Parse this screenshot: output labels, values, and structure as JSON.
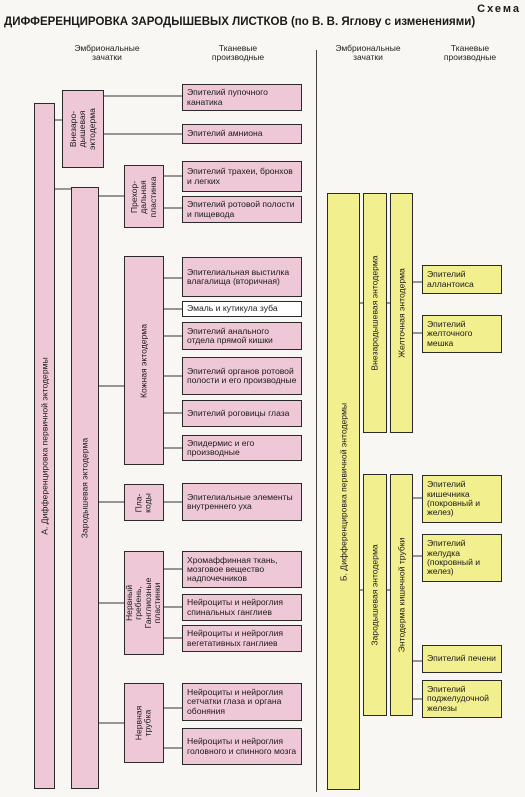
{
  "header": {
    "label": "Схема",
    "title": "ДИФФЕРЕНЦИРОВКА ЗАРОДЫШЕВЫХ ЛИСТКОВ (по В. В. Яглову с изменениями)"
  },
  "columns": {
    "left_embryonic": "Эмбриональные\nзачатки",
    "left_tissue": "Тканевые\nпроизводные",
    "right_embryonic": "Эмбриональные\nзачатки",
    "right_tissue": "Тканевые\nпроизводные"
  },
  "colors": {
    "ectoderm": "#eec8d6",
    "endoderm": "#f2ef8e",
    "neutral": "#ffffff"
  },
  "ectoderm": {
    "root": "А. Дифференцировка первичной эктодермы",
    "extraembryonic": "Внезаро-\nдышевая\nэктодерма",
    "embryonic": "Зародышевая эктодерма",
    "prechordal": "Прехор-\nдальная\nпластинка",
    "skin": "Кожная эктодерма",
    "placodes": "Пла-\nкоды",
    "neural_crest": "Нервный гребень,\nГанглиозные\nпластинки",
    "neural_tube": "Нервная\nтрубка",
    "derivatives": {
      "umbilical": "Эпителий пупочного канатика",
      "amnion": "Эпителий амниона",
      "trachea": "Эпителий трахеи, бронхов и легких",
      "oral_cavity": "Эпителий ротовой полости и пищевода",
      "vagina": "Эпителиальная выстилка влагалища (вторичная)",
      "enamel": "Эмаль и кутикула зуба",
      "anal": "Эпителий анального отдела прямой кишки",
      "oral_organs": "Эпителий органов ротовой полости и его производные",
      "cornea": "Эпителий роговицы глаза",
      "epidermis": "Эпидермис и его производные",
      "inner_ear": "Эпителиальные элементы внутреннего уха",
      "chromaffin": "Хромаффинная ткань, мозговое вещество надпочечников",
      "spinal_ganglia": "Нейроциты и нейроглия спинальных ганглиев",
      "vegetative_ganglia": "Нейроциты и нейроглия вегетативных ганглиев",
      "retina": "Нейроциты и нейроглия сетчатки глаза и органа обоняния",
      "brain": "Нейроциты и нейроглия головного и спинного мозга"
    }
  },
  "endoderm": {
    "root": "Б. Дифференцировка первичной энтодермы",
    "extraembryonic": "Внезародышевая энтодерма",
    "yolk": "Желточная энтодерма",
    "embryonic": "Зародышевая энтодерма",
    "gut_tube": "Энтодерма кишечной трубки",
    "derivatives": {
      "allantois": "Эпителий аллантоиса",
      "yolk_sac": "Эпителий желточного мешка",
      "intestine": "Эпителий кишечника (покровный и желез)",
      "stomach": "Эпителий желудка (покровный и желез)",
      "liver": "Эпителий печени",
      "pancreas": "Эпителий поджелудочной железы"
    }
  }
}
